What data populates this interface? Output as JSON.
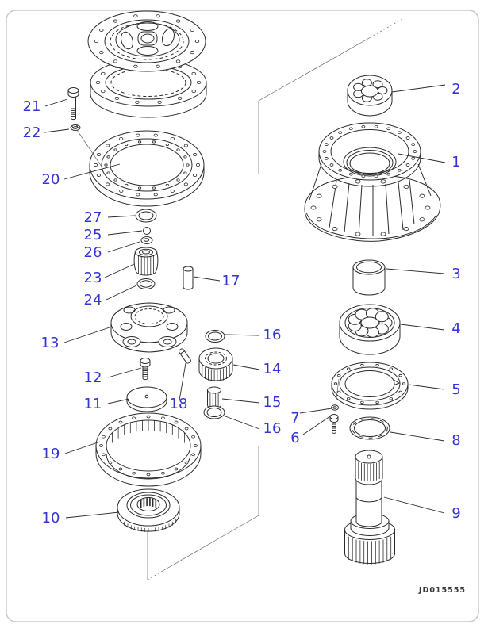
{
  "page": {
    "background_color": "#ffffff",
    "frame_color": "#c9c9c9"
  },
  "diagram": {
    "drawing_code": "JD015555",
    "callout_color": "#3434d6",
    "line_color": "#2b2b2b"
  },
  "callouts": [
    {
      "label": "21"
    },
    {
      "label": "22"
    },
    {
      "label": "20"
    },
    {
      "label": "27"
    },
    {
      "label": "25"
    },
    {
      "label": "26"
    },
    {
      "label": "23"
    },
    {
      "label": "24"
    },
    {
      "label": "17"
    },
    {
      "label": "13"
    },
    {
      "label": "16"
    },
    {
      "label": "14"
    },
    {
      "label": "12"
    },
    {
      "label": "11"
    },
    {
      "label": "18"
    },
    {
      "label": "15"
    },
    {
      "label": "16"
    },
    {
      "label": "19"
    },
    {
      "label": "10"
    },
    {
      "label": "2"
    },
    {
      "label": "1"
    },
    {
      "label": "3"
    },
    {
      "label": "4"
    },
    {
      "label": "5"
    },
    {
      "label": "7"
    },
    {
      "label": "6"
    },
    {
      "label": "8"
    },
    {
      "label": "9"
    }
  ]
}
